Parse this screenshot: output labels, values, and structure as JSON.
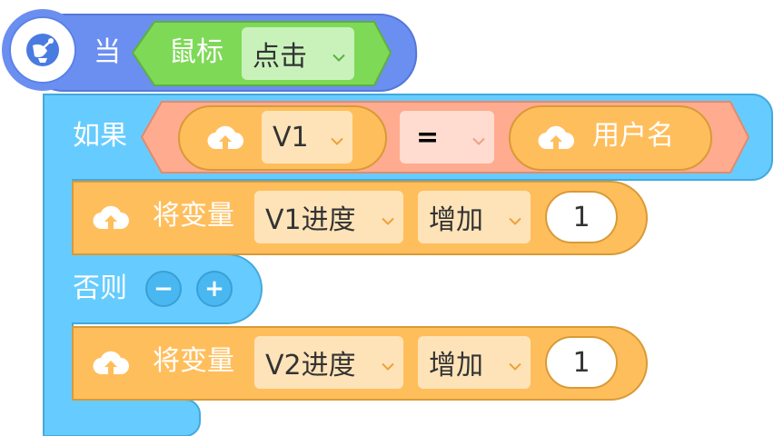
{
  "colors": {
    "event_block": "#6B8FF0",
    "event_border": "#5577d6",
    "control_block": "#66CCFF",
    "control_border": "#44a9de",
    "variable_block": "#FFBE5C",
    "variable_border": "#d99a36",
    "operator_block": "#FFAB90",
    "operator_border": "#e08b6e",
    "sensing_block": "#7ED957",
    "sensing_border": "#5fb03e"
  },
  "event": {
    "icon": "satellite-dish-icon",
    "label": "当",
    "sensor": {
      "label": "鼠标",
      "action": "点击"
    }
  },
  "if_block": {
    "label": "如果",
    "condition": {
      "left_var": "V1",
      "operator": "=",
      "right_value": "用户名",
      "var_icon": "cloud-upload-icon"
    }
  },
  "statement1": {
    "icon": "cloud-upload-icon",
    "label": "将变量",
    "variable": "V1进度",
    "op": "增加",
    "value": "1"
  },
  "else_block": {
    "label": "否则",
    "minus_symbol": "−",
    "plus_symbol": "+"
  },
  "statement2": {
    "icon": "cloud-upload-icon",
    "label": "将变量",
    "variable": "V2进度",
    "op": "增加",
    "value": "1"
  }
}
